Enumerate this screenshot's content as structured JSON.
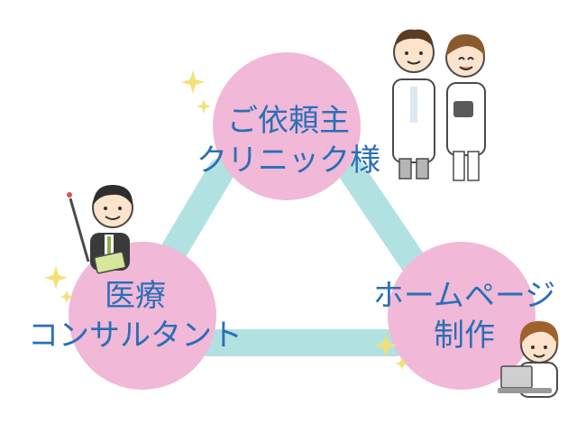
{
  "nodes": {
    "top": {
      "lines": [
        "ご依頼主",
        "クリニック様"
      ]
    },
    "left": {
      "lines": [
        "医療",
        "コンサルタント"
      ]
    },
    "right": {
      "lines": [
        "ホームページ",
        "制作"
      ]
    }
  },
  "colors": {
    "circle": "#f1b8d7",
    "connector": "#b2e1e2",
    "text": "#2a6fb7",
    "sparkle": "#f3e178"
  },
  "icons": [
    "doctor-illustration",
    "nurse-illustration",
    "consultant-illustration",
    "web-designer-illustration",
    "sparkle-icon"
  ]
}
